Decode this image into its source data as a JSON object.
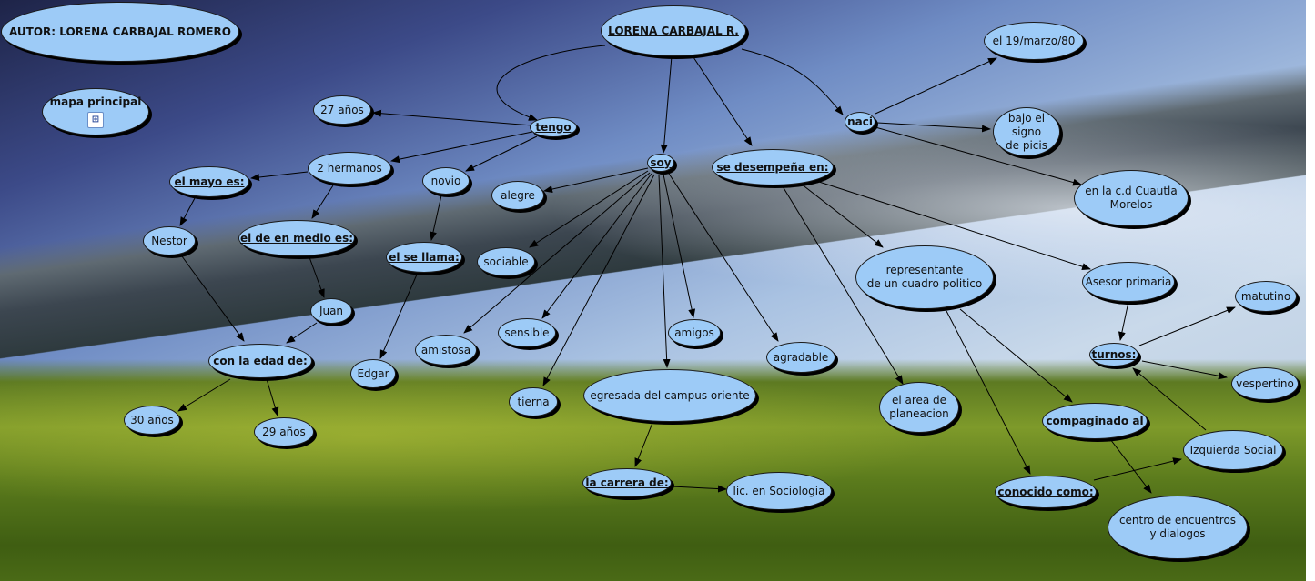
{
  "nodes": {
    "autor": "AUTOR: LORENA CARBAJAL ROMERO",
    "mapa": "mapa principal",
    "lorena": "LORENA CARBAJAL R.",
    "tengo": "tengo",
    "edad27": "27 años",
    "hermanos": "2 hermanos",
    "novio": "novio",
    "mayo": "el mayo es:",
    "nestor": "Nestor",
    "medio": "el de en medio es:",
    "juan": "Juan",
    "conedad": "con la edad de:",
    "edad30": "30 años",
    "edad29": "29 años",
    "sellama": "el se llama:",
    "edgar": "Edgar",
    "soy": "soy",
    "alegre": "alegre",
    "sociable": "sociable",
    "amistosa": "amistosa",
    "sensible": "sensible",
    "tierna": "tierna",
    "egresada": "egresada del campus oriente",
    "amigos": "amigos",
    "agradable": "agradable",
    "carrera": "la carrera de:",
    "lic": "lic. en Sociologia",
    "desempena": "se desempeña en:",
    "representante": "representante\nde un cuadro politico",
    "area": "el area de\nplaneacion",
    "asesor": "Asesor primaria",
    "naci": "naci",
    "fecha": "el 19/marzo/80",
    "signo": "bajo el signo\nde picis",
    "cuautla": "en la c.d Cuautla\nMorelos",
    "turnos": "turnos:",
    "matutino": "matutino",
    "vespertino": "vespertino",
    "compaginado": "compaginado al",
    "izquierda": "Izquierda Social",
    "conocido": "conocido como:",
    "centro": "centro de encuentros\ny dialogos"
  },
  "icons": {
    "mapa_link": "cmap-link-icon"
  },
  "colors": {
    "node_fill": "#9dcbf7",
    "node_border": "#1a1a1a",
    "edge": "#000000"
  }
}
